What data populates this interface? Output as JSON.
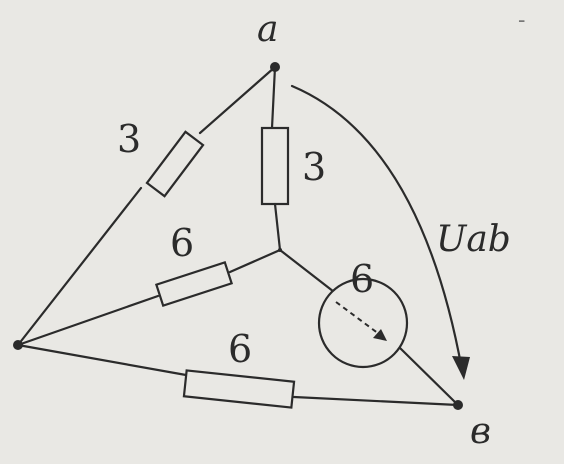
{
  "diagram": {
    "nodes": {
      "a": "a",
      "b": "в"
    },
    "resistors": {
      "r_left": "3",
      "r_top_vertical": "3",
      "r_middle": "6",
      "r_source": "6",
      "r_bottom": "6"
    },
    "voltage_label": "Uab",
    "corner_mark": "-",
    "colors": {
      "paper": "#e9e8e4",
      "ink": "#2b2b2b"
    }
  }
}
